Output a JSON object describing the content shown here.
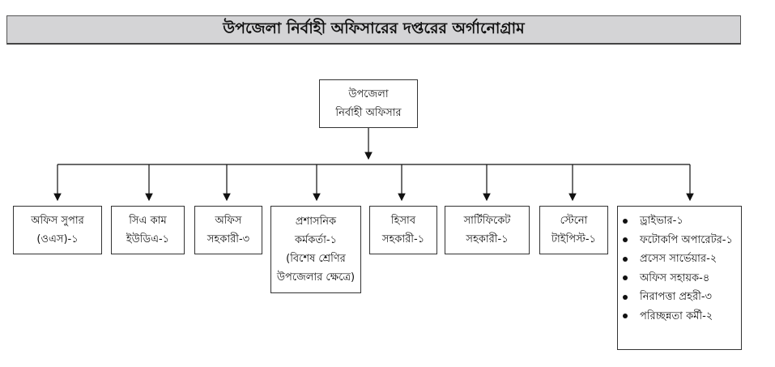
{
  "title": "উপজেলা নির্বাহী অফিসারের দপ্তরের অর্গানোগ্রাম",
  "root": {
    "line1": "উপজেলা",
    "line2": "নির্বাহী অফিসার"
  },
  "children": [
    {
      "line1": "অফিস সুপার",
      "line2": "(ওএস)-১"
    },
    {
      "line1": "সিএ কাম",
      "line2": "ইউডিএ-১"
    },
    {
      "line1": "অফিস",
      "line2": "সহকারী-৩"
    },
    {
      "line1": "প্রশাসনিক",
      "line2": "কর্মকর্তা-১",
      "line3": "(বিশেষ শ্রেণির",
      "line4": "উপজেলার ক্ষেত্রে)"
    },
    {
      "line1": "হিসাব",
      "line2": "সহকারী-১"
    },
    {
      "line1": "সার্টিফিকেট",
      "line2": "সহকারী-১"
    },
    {
      "line1": "স্টেনো",
      "line2": "টাইপিস্ট-১"
    }
  ],
  "support_staff": [
    "ড্রাইভার-১",
    "ফটোকপি অপারেটর-১",
    "প্রসেস সার্ভেয়ার-২",
    "অফিস সহায়ক-৪",
    "নিরাপত্তা প্রহরী-৩",
    "পরিচ্ছন্নতা কর্মী-২"
  ]
}
